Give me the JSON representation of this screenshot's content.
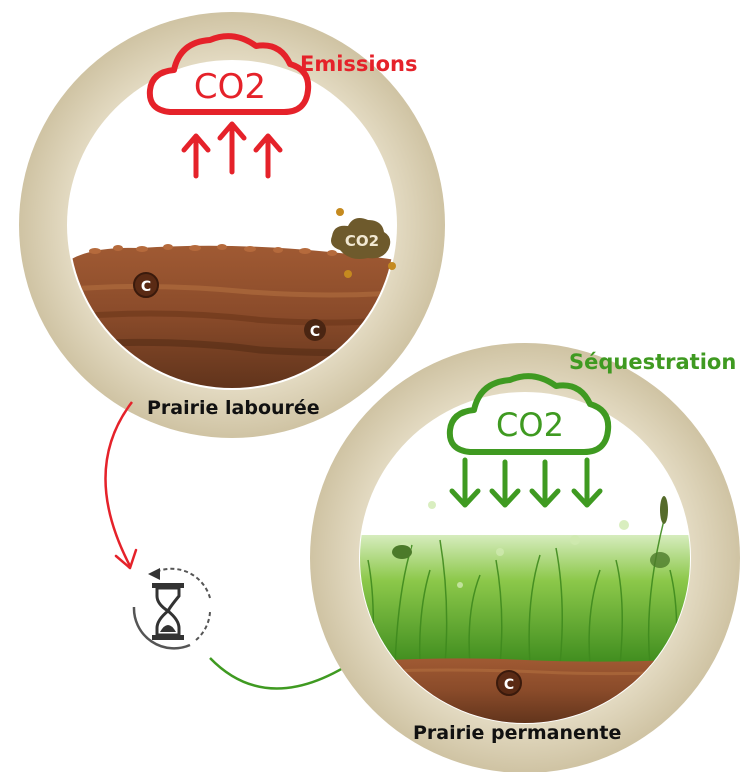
{
  "colors": {
    "emission": "#e5222a",
    "sequestration": "#3f9a21",
    "ring": "#d6ccb2",
    "soil": "#8a4a2b",
    "grass": "#5aa827"
  },
  "top_panel": {
    "co2_label": "CO2",
    "heading": "Emissions",
    "small_cloud_label": "CO2",
    "carbon_labels": [
      "C",
      "C"
    ],
    "title": "Prairie labourée"
  },
  "bottom_panel": {
    "co2_label": "CO2",
    "heading": "Séquestration",
    "carbon_label": "C",
    "title": "Prairie permanente"
  },
  "icons": [
    "cloud-icon",
    "arrow-up-icon",
    "arrow-down-icon",
    "hourglass-icon"
  ]
}
